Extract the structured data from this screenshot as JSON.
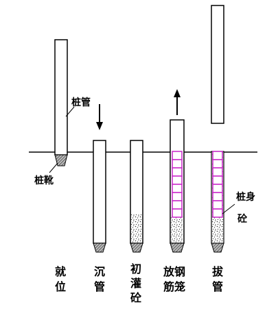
{
  "labels": {
    "pile_pipe": "桩管",
    "pile_shoe": "桩靴",
    "pile_body_concrete": [
      "桩身",
      "砼"
    ]
  },
  "stages": [
    {
      "label": [
        "就",
        "位"
      ]
    },
    {
      "label": [
        "沉",
        "管"
      ]
    },
    {
      "label": [
        "初",
        "灌",
        "砼"
      ]
    },
    {
      "label": [
        "放钢",
        "筋笼"
      ]
    },
    {
      "label": [
        "拔",
        "管"
      ]
    }
  ],
  "colors": {
    "rebar_cage": "#cc33cc",
    "outline": "#000000",
    "concrete_speckle": "#333333"
  }
}
